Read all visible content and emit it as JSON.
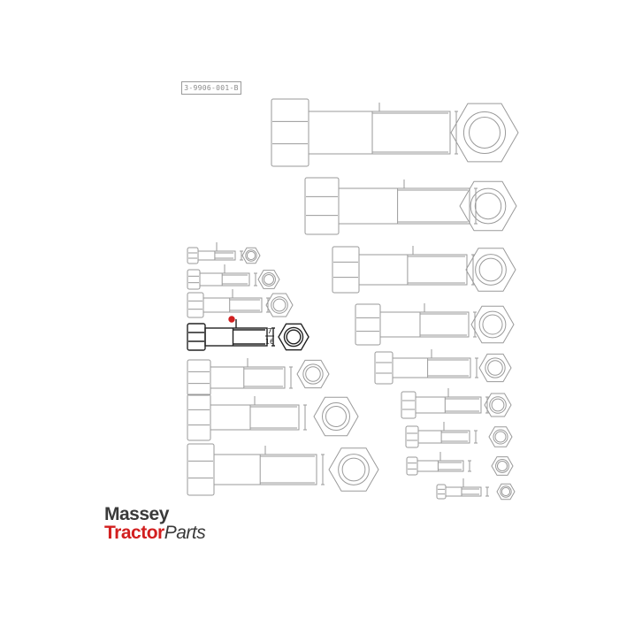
{
  "diagram": {
    "reference_code": "3-9906-001-B",
    "highlighted_item": "9",
    "highlight_color": "#d11f1f",
    "line_color": "#9a9a9a",
    "highlight_size": {
      "numerator": "7",
      "denominator": "16"
    }
  },
  "logo": {
    "line1": "Massey",
    "line2_a": "Tractor",
    "line2_b": "Parts",
    "red_color": "#d21f1f",
    "grey_color": "#3a3a3a"
  }
}
